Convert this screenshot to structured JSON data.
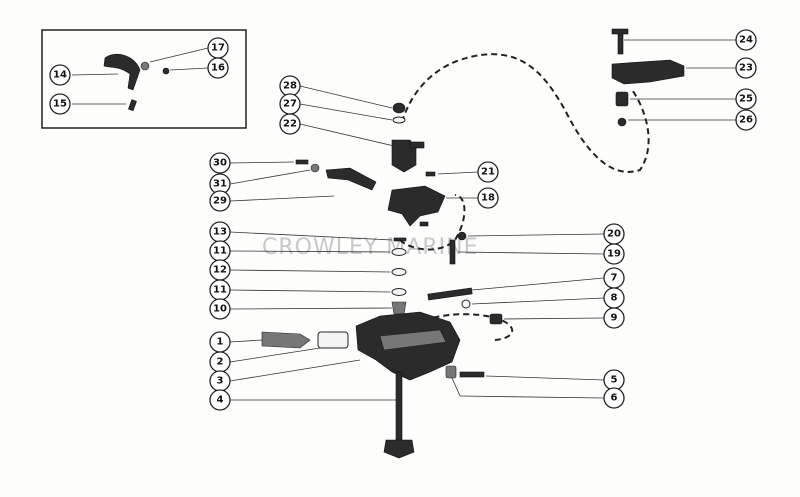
{
  "watermark": "CROWLEY MARINE",
  "callouts": {
    "c1": "1",
    "c2": "2",
    "c3": "3",
    "c4": "4",
    "c5": "5",
    "c6": "6",
    "c7": "7",
    "c8": "8",
    "c9": "9",
    "c10": "10",
    "c11a": "11",
    "c11b": "11",
    "c12": "12",
    "c13": "13",
    "c14": "14",
    "c15": "15",
    "c16": "16",
    "c17": "17",
    "c18": "18",
    "c19": "19",
    "c20": "20",
    "c21": "21",
    "c22": "22",
    "c23": "23",
    "c24": "24",
    "c25": "25",
    "c26": "26",
    "c27": "27",
    "c28": "28",
    "c29": "29",
    "c30": "30",
    "c31": "31"
  }
}
